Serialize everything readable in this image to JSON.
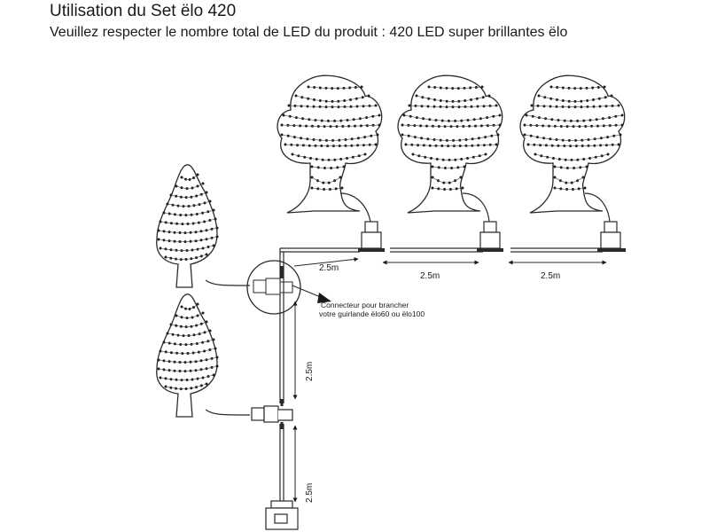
{
  "header": {
    "title": "Utilisation du Set ëlo 420",
    "subtitle": "Veuillez respecter le nombre total de LED du produit : 420 LED super brillantes ëlo"
  },
  "labels": {
    "connector_note_line1": "Connecteur pour brancher",
    "connector_note_line2": "votre guirlande ëlo60 ou ëlo100",
    "distance": "2.5m"
  },
  "colors": {
    "line": "#2a2a2a",
    "led": "#1a1a1a",
    "background": "#ffffff"
  },
  "icons": {
    "round_tree": "tree-round-icon",
    "cone_tree": "tree-cone-icon",
    "t_connector": "t-connector-icon",
    "power_adapter": "power-plug-icon",
    "arrow": "arrow-icon"
  }
}
